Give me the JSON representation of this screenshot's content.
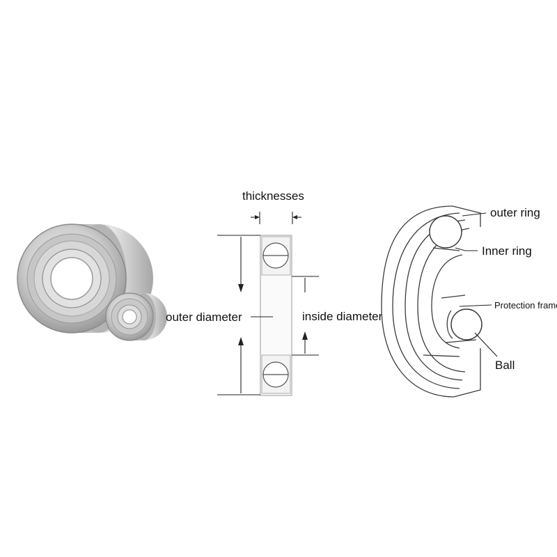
{
  "dimension_labels": {
    "thicknesses": "thicknesses",
    "outer_diameter": "outer diameter",
    "inside_diameter": "inside diameter"
  },
  "part_labels": {
    "outer_ring": "outer ring",
    "inner_ring": "Inner ring",
    "protection_frame": "Protection frame",
    "ball": "Ball"
  },
  "colors": {
    "steel_light": "#e4e4e4",
    "steel_mid": "#b9b9b9",
    "steel_dark": "#8a8a8a",
    "ink": "#111111"
  }
}
